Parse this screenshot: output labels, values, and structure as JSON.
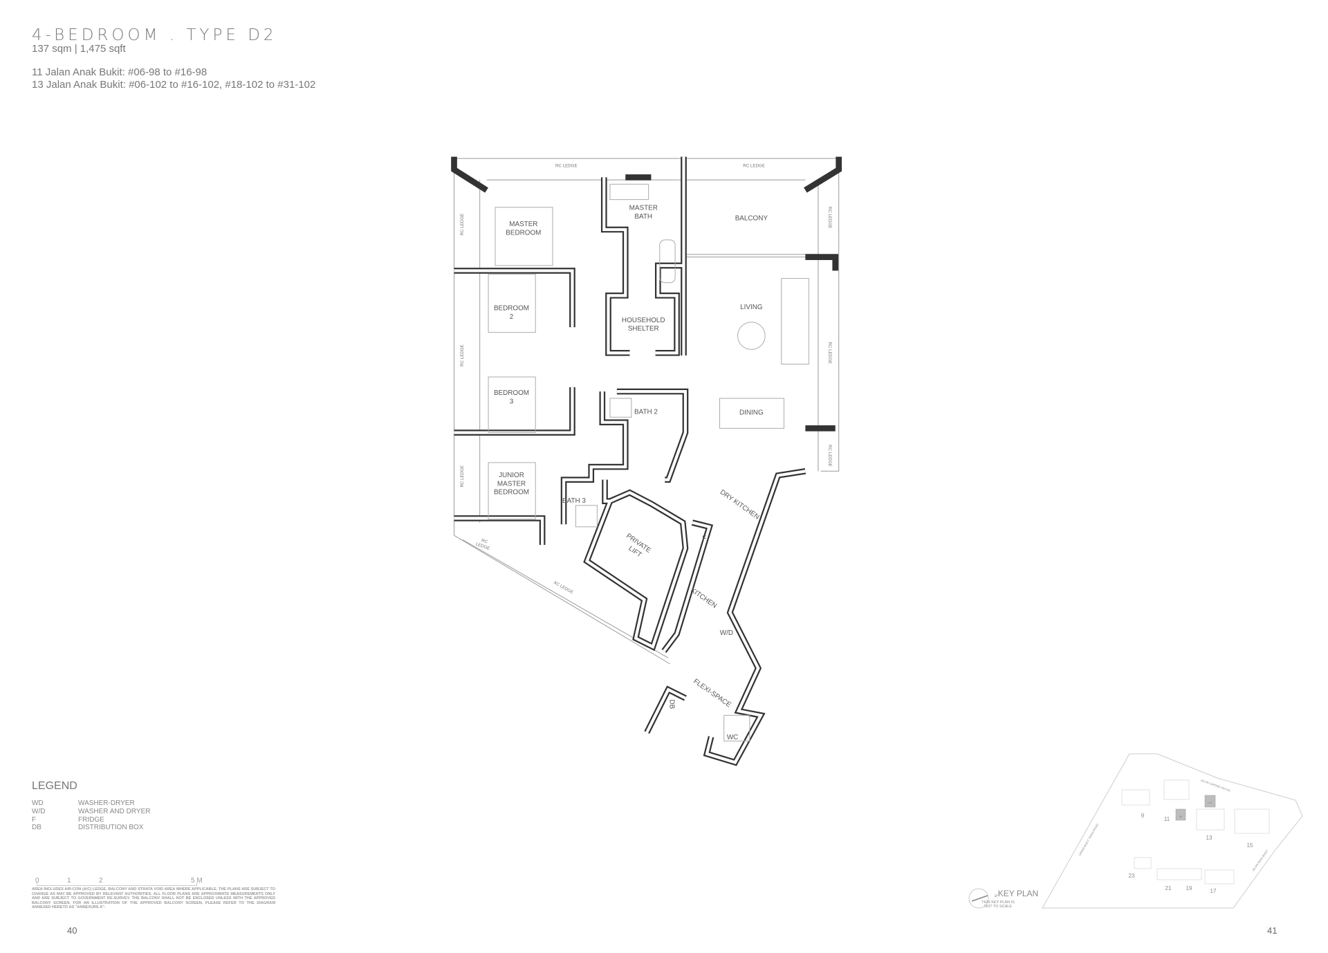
{
  "header": {
    "title": "4-BEDROOM . TYPE D2",
    "area": "137 sqm | 1,475 sqft",
    "address_1": "11 Jalan Anak Bukit: #06-98 to #16-98",
    "address_2": "13 Jalan Anak Bukit: #06-102 to #16-102, #18-102 to #31-102"
  },
  "rooms": {
    "master_bedroom": [
      "MASTER",
      "BEDROOM"
    ],
    "master_bath": [
      "MASTER",
      "BATH"
    ],
    "balcony": "BALCONY",
    "bedroom_2": [
      "BEDROOM",
      "2"
    ],
    "household_shelter": [
      "HOUSEHOLD",
      "SHELTER"
    ],
    "living": "LIVING",
    "bedroom_3": [
      "BEDROOM",
      "3"
    ],
    "bath_2": "BATH 2",
    "dining": "DINING",
    "junior_master_bedroom": [
      "JUNIOR",
      "MASTER",
      "BEDROOM"
    ],
    "bath_3": "BATH 3",
    "dry_kitchen": "DRY KITCHEN",
    "private_lift": [
      "PRIVATE",
      "LIFT"
    ],
    "fridge": "F",
    "kitchen": "KITCHEN",
    "washer_dryer": "W/D",
    "flexi_space": "FLEXI-SPACE",
    "distribution_box": "DB",
    "wc": "WC",
    "rc_ledge": "RC LEDGE",
    "rc_ledge_small": [
      "RC",
      "LEDGE"
    ],
    "ac_ledge": "AC LEDGE"
  },
  "legend": {
    "title": "LEGEND",
    "items": [
      {
        "key": "WD",
        "value": "WASHER-DRYER"
      },
      {
        "key": "W/D",
        "value": "WASHER AND DRYER"
      },
      {
        "key": "F",
        "value": "FRIDGE"
      },
      {
        "key": "DB",
        "value": "DISTRIBUTION BOX"
      }
    ]
  },
  "scale": {
    "ticks": [
      "0",
      "1",
      "2",
      "5 M"
    ]
  },
  "disclaimer": "AREA INCLUDES AIR-CON (A/C) LEDGE, BALCONY AND STRATA VOID AREA WHERE APPLICABLE. THE PLANS ARE SUBJECT TO CHANGE AS MAY BE APPROVED BY RELEVANT AUTHORITIES. ALL FLOOR PLANS ARE APPROXIMATE MEASUREMENTS ONLY AND ARE SUBJECT TO GOVERNMENT RE-SURVEY. THE BALCONY SHALL NOT BE ENCLOSED UNLESS WITH THE APPROVED BALCONY SCREEN. FOR AN ILLUSTRATION OF THE APPROVED BALCONY SCREEN, PLEASE REFER TO THE DIAGRAM ANNEXED HERETO AS \"ANNEXURE A\".",
  "key_plan": {
    "title": "KEY PLAN",
    "note_1": "THIS KEY PLAN IS",
    "note_2": "NOT TO SCALE",
    "compass": "N",
    "streets": {
      "north": "JALAN JURONG KECHIL",
      "west": "UPPER BUKIT TIMAH ROAD",
      "east": "JALAN ANAK BUKIT"
    },
    "blocks": [
      "9",
      "11",
      "13",
      "15",
      "23",
      "21",
      "19",
      "17"
    ],
    "highlighted_units": [
      "98",
      "102"
    ],
    "highlight_color": "#bdbdbd"
  },
  "pages": {
    "left": "40",
    "right": "41"
  }
}
